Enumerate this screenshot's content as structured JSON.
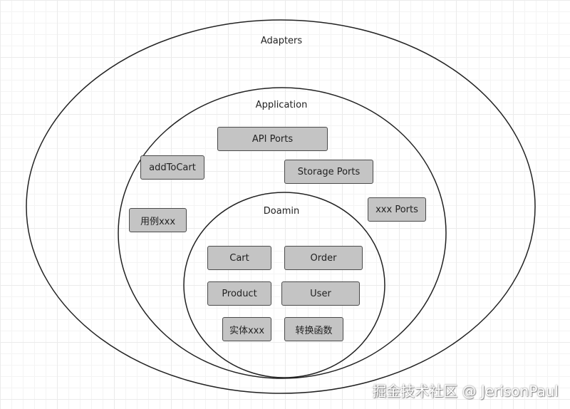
{
  "layers": {
    "adapters": "Adapters",
    "application": "Application",
    "domain": "Doamin"
  },
  "nodes": {
    "api_ports": "API Ports",
    "add_to_cart": "addToCart",
    "storage_ports": "Storage Ports",
    "use_case": "用例xxx",
    "xxx_ports": "xxx Ports",
    "cart": "Cart",
    "order": "Order",
    "product": "Product",
    "user": "User",
    "entity": "实体xxx",
    "transform_fn": "转换函数"
  },
  "watermark": "掘金技术社区 @ JerisonPaul",
  "colors": {
    "node_fill": "#c4c4c4",
    "node_border": "#4a4a4a",
    "ring_stroke": "#222222",
    "grid": "#ebebeb"
  }
}
